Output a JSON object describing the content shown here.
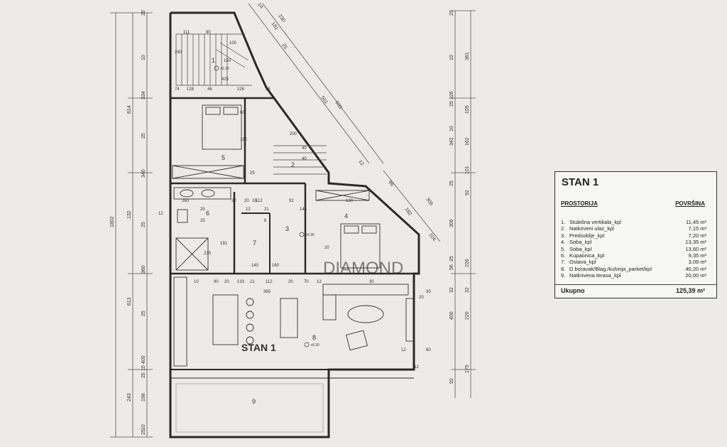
{
  "plan": {
    "apartment_label": "STAN 1",
    "watermark": "DIAMOND",
    "room_numbers": [
      "1",
      "2",
      "3",
      "4",
      "5",
      "6",
      "7",
      "8",
      "9"
    ],
    "left_dims_total": "1802",
    "left_dims_group": [
      "814",
      "132",
      "613",
      "243"
    ],
    "left_dims": [
      "25",
      "10",
      "334",
      "25",
      "340",
      "25",
      "360",
      "25",
      "400",
      "10",
      "25",
      "198",
      "10",
      "25"
    ],
    "right_dims_a": [
      "25",
      "10",
      "326",
      "25",
      "10",
      "342",
      "25",
      "306",
      "25",
      "56",
      "400",
      "32",
      "92"
    ],
    "right_dims_b": [
      "361",
      "105",
      "162",
      "101",
      "92",
      "226",
      "220",
      "32",
      "175"
    ],
    "interior_dims": [
      "111",
      "90",
      "260",
      "100",
      "150",
      "425",
      "74",
      "128",
      "46",
      "226",
      "25",
      "60",
      "182",
      "200",
      "40",
      "40",
      "25",
      "260",
      "92",
      "20",
      "112",
      "92",
      "16",
      "12",
      "21",
      "146",
      "130",
      "12",
      "6",
      "25",
      "25",
      "140",
      "230",
      "191",
      "20",
      "160",
      "10",
      "90",
      "20",
      "133",
      "21",
      "112",
      "20",
      "70",
      "12",
      "365",
      "30",
      "30",
      "60",
      "12",
      "12",
      "20"
    ],
    "diag_dims": [
      "14",
      "230",
      "181",
      "25",
      "551",
      "633",
      "12",
      "86",
      "182",
      "306",
      "104"
    ],
    "levels": [
      "+6.10",
      "+6.30",
      "+6.30"
    ]
  },
  "legend": {
    "title": "STAN 1",
    "col_room": "PROSTORIJA",
    "col_area": "POVRŠINA",
    "rows": [
      {
        "n": "1.",
        "name": "Stubišna vertikala_kpl",
        "area": "11,45 m²"
      },
      {
        "n": "2.",
        "name": "Natkriveni ulaz_kpl",
        "area": "7,15 m²"
      },
      {
        "n": "3.",
        "name": "Predsoblje_kpl",
        "area": "7,20 m²"
      },
      {
        "n": "4.",
        "name": "Soba_kpl",
        "area": "13,35 m²"
      },
      {
        "n": "5.",
        "name": "Soba_kpl",
        "area": "13,60 m²"
      },
      {
        "n": "6.",
        "name": "Kupaonica_kpl",
        "area": "9,35 m²"
      },
      {
        "n": "7.",
        "name": "Ostava_kpl",
        "area": "3,09 m²"
      },
      {
        "n": "8.",
        "name": "D.boravak/Blag./kuhinja_parket/kpl",
        "area": "40,20 m²"
      },
      {
        "n": "9.",
        "name": "Natkrivena terasa_kpl",
        "area": "20,00 m²"
      }
    ],
    "total_label": "Ukupno",
    "total_value": "125,39 m²"
  }
}
